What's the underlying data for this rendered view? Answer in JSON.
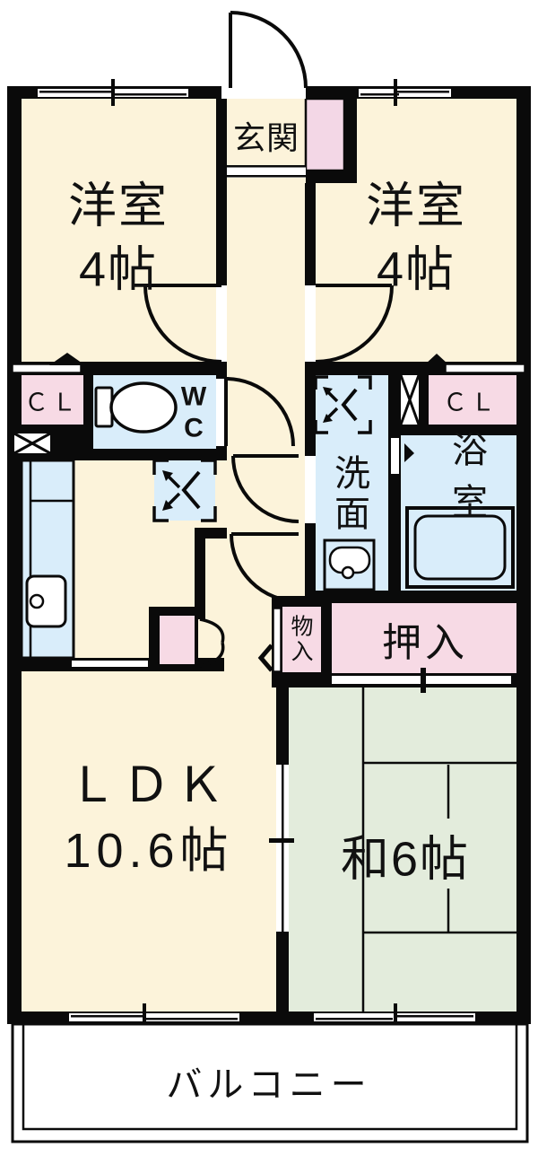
{
  "plan": {
    "type": "apartment-floorplan",
    "labels": {
      "room_left": "洋室\n4帖",
      "room_right": "洋室\n4帖",
      "genkan": "玄関",
      "wc": "W\nC",
      "cl_left": "ＣＬ",
      "cl_right": "ＣＬ",
      "washroom": "洗\n面",
      "bathroom": "浴室",
      "oshiire": "押入",
      "monoiri": "物\n入",
      "ldk": "ＬＤＫ\n10.6帖",
      "japanese_room": "和6帖",
      "balcony": "バルコニー"
    },
    "colors": {
      "wall": "#0a0a0a",
      "room_cream": "#fcf3da",
      "closet_pink": "#f7dae5",
      "wet_blue": "#d9edfa",
      "tatami_green": "#e3ecdc",
      "background": "#ffffff"
    }
  }
}
